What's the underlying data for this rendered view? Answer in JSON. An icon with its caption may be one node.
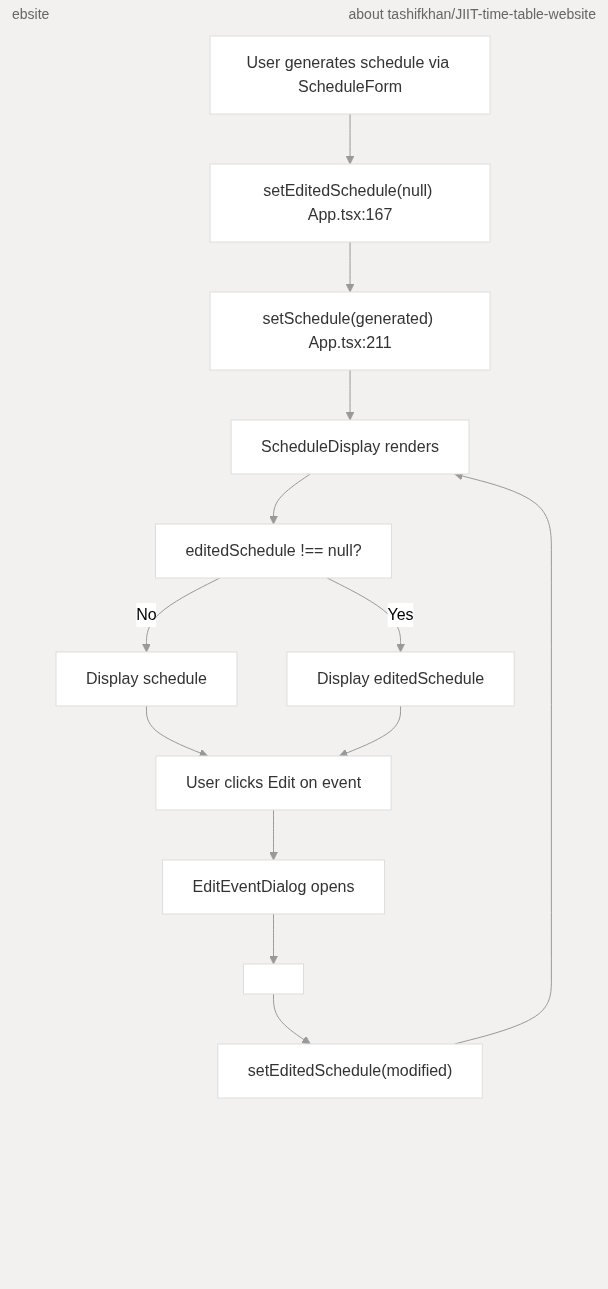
{
  "diagram": {
    "nodes": [
      {
        "text": [
          "User generates schedule via ScheduleForm"
        ]
      },
      {
        "text": [
          "setEditedSchedule(null) App.tsx:167"
        ]
      },
      {
        "text": [
          "setSchedule(generated) App.tsx:211"
        ]
      },
      {
        "text": [
          "ScheduleDisplay renders"
        ]
      },
      {
        "text": [
          "editedSchedule !== null?"
        ]
      },
      {
        "text": [
          "Display schedule"
        ]
      },
      {
        "text": [
          "Display editedSchedule"
        ]
      },
      {
        "text": [
          "User clicks Edit on event"
        ]
      },
      {
        "text": [
          "EditEventDialog opens"
        ]
      },
      {
        "text": [],
        "shape": "box"
      },
      {
        "text": [
          "setEditedSchedule(modified)"
        ]
      }
    ],
    "edges": [
      {
        "from": 0,
        "to": 1,
        "arrow": "to"
      },
      {
        "from": 1,
        "to": 2,
        "arrow": "to"
      },
      {
        "from": 2,
        "to": 3,
        "arrow": "to"
      },
      {
        "from": 3,
        "to": 4,
        "arrow": "to"
      },
      {
        "from": 4,
        "to": 5,
        "arrow": "to",
        "label": "No"
      },
      {
        "from": 4,
        "to": 6,
        "arrow": "to",
        "label": "Yes"
      },
      {
        "from": 5,
        "to": 7,
        "arrow": "to"
      },
      {
        "from": 6,
        "to": 7,
        "arrow": "to"
      },
      {
        "from": 7,
        "to": 8,
        "arrow": "to"
      },
      {
        "from": 8,
        "to": 9,
        "arrow": "to"
      },
      {
        "from": 9,
        "to": 10,
        "arrow": "to"
      },
      {
        "from": 10,
        "to": 3,
        "arrow": "to"
      }
    ],
    "labels": [
      "ebsite",
      "about tashifkhan/JIIT-time-table-website"
    ]
  }
}
